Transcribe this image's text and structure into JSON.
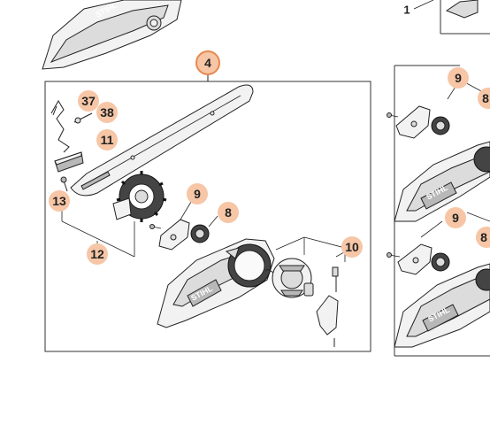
{
  "diagram": {
    "brand_text": "STIHL",
    "callouts": {
      "c4": "4",
      "c37": "37",
      "c38": "38",
      "c11": "11",
      "c13": "13",
      "c12": "12",
      "c9": "9",
      "c8": "8",
      "c10": "10",
      "r9a": "9",
      "r8a": "8",
      "r9b": "9",
      "r8b": "8",
      "top1": "1"
    },
    "colors": {
      "callout_fill": "#f6c6a6",
      "callout_ring": "#e8894f",
      "line": "#222222"
    }
  }
}
